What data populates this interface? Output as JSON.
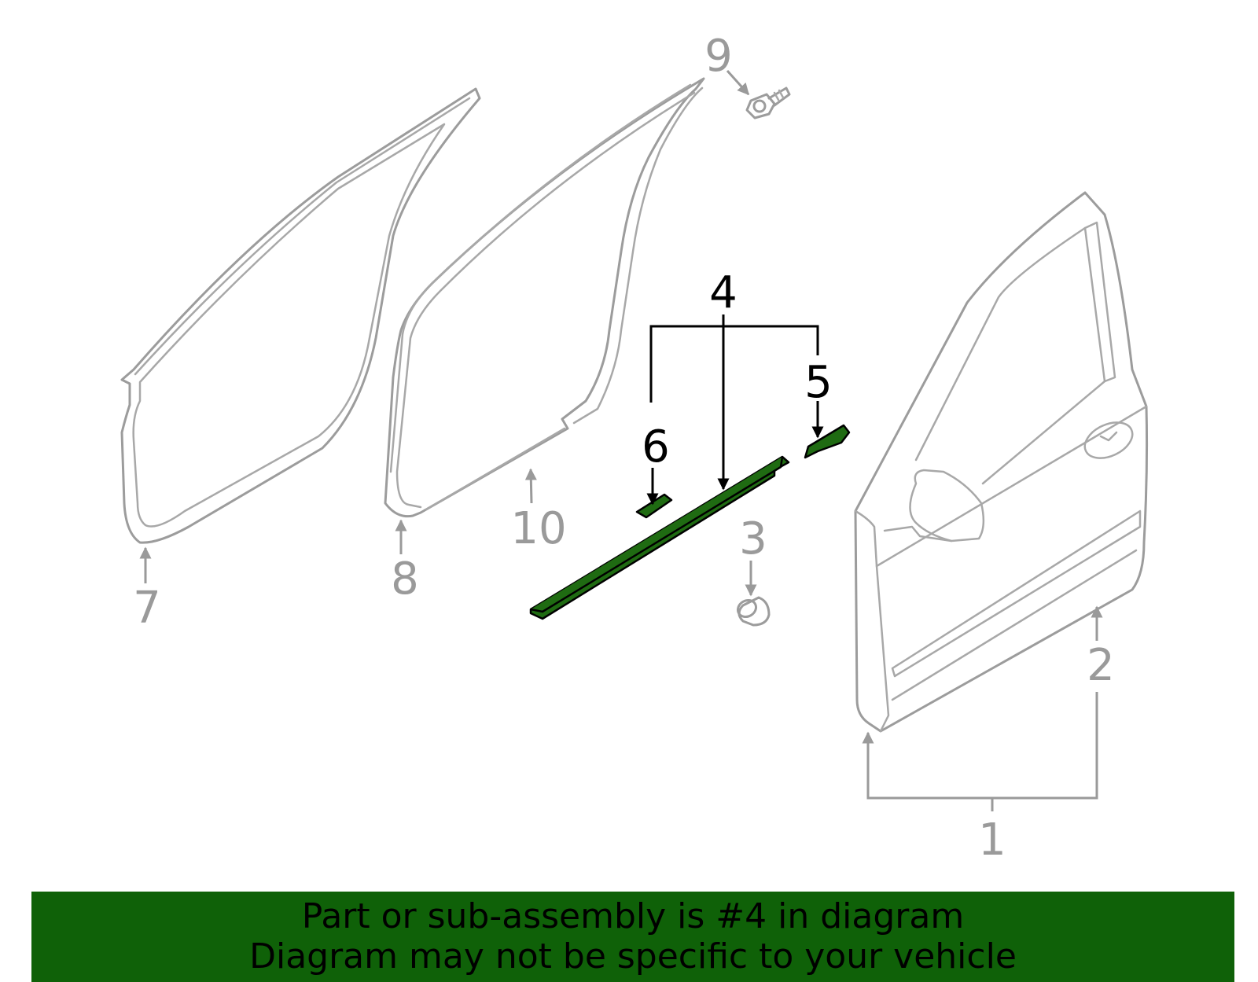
{
  "callouts": {
    "c1": "1",
    "c2": "2",
    "c3": "3",
    "c4": "4",
    "c5": "5",
    "c6": "6",
    "c7": "7",
    "c8": "8",
    "c9": "9",
    "c10": "10"
  },
  "highlighted_part": "4",
  "banner": {
    "line1": "Part or sub-assembly is #4 in diagram",
    "line2": "Diagram may not be specific to your vehicle"
  },
  "colors": {
    "banner_bg": "#0f6108",
    "highlight_fill": "#1f6b12",
    "outline_gray": "#9c9c9c"
  }
}
